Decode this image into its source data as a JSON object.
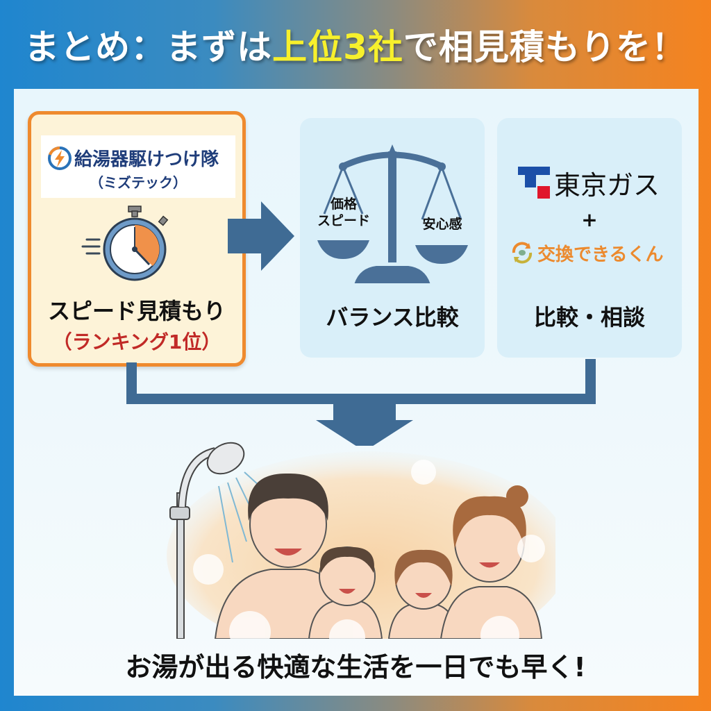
{
  "header": {
    "title_prefix": "まとめ：まずは",
    "title_highlight": "上位3社",
    "title_suffix": "で相見積もりを！",
    "highlight_color": "#f7f02c"
  },
  "colors": {
    "gradient_left": "#1f86cf",
    "gradient_right": "#f5831f",
    "card1_border": "#ef8a2e",
    "card1_bg": "#fdf3d8",
    "card_bg": "#d9eff9",
    "arrow": "#3f6b94",
    "ranking_red": "#c12a27",
    "brand_navy": "#1f3d7a"
  },
  "cards": [
    {
      "brand_icon": "lightning-bolt-icon",
      "brand_name": "給湯器駆けつけ隊",
      "brand_sub": "（ミズテック）",
      "icon": "stopwatch-icon",
      "label": "スピード見積もり",
      "sub_label": "（ランキング1位）"
    },
    {
      "icon": "balance-scale-icon",
      "scale_left_line1": "価格",
      "scale_left_line2": "スピード",
      "scale_right": "安心感",
      "label": "バランス比較"
    },
    {
      "brand1_icon": "tokyo-gas-logo-icon",
      "brand1_name": "東京ガス",
      "connector": "+",
      "brand2_icon": "recycle-arrows-icon",
      "brand2_name": "交換できるくん",
      "label": "比較・相談"
    }
  ],
  "footer": {
    "message": "お湯が出る快適な生活を一日でも早く!"
  },
  "illustration": {
    "description": "family-in-bath-with-shower"
  }
}
